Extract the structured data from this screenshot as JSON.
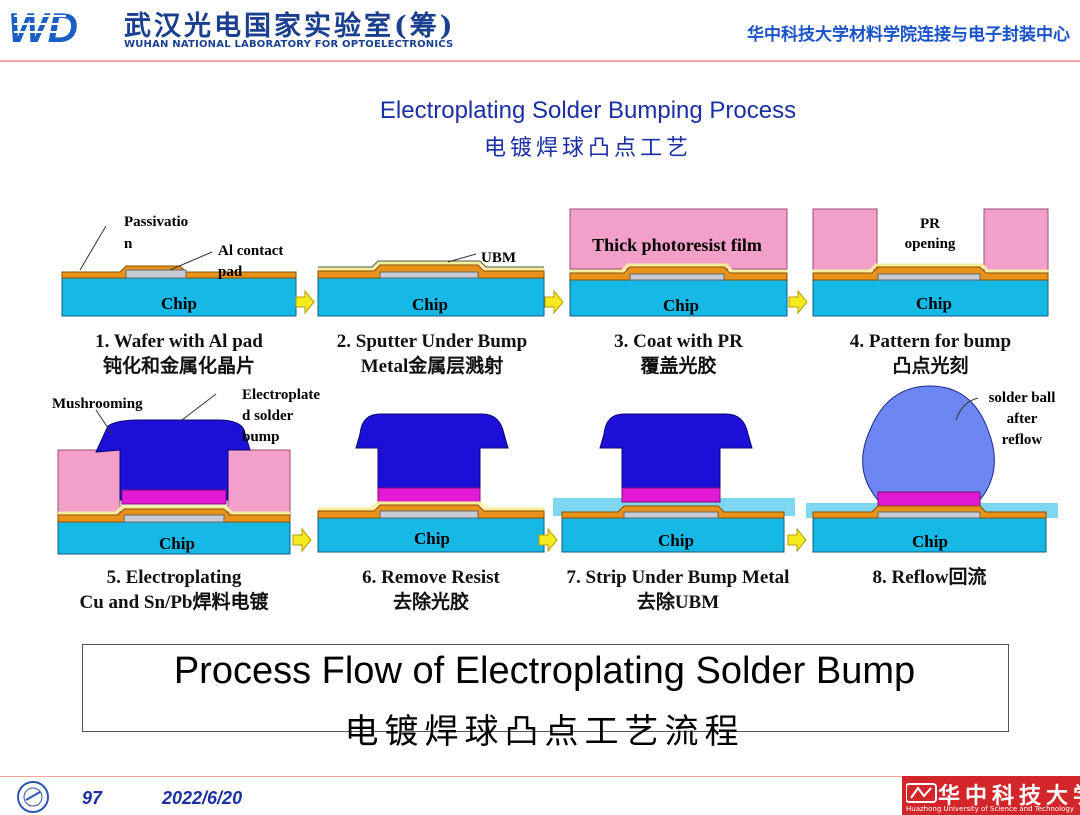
{
  "header": {
    "logo_text": "WD",
    "lab_name_cn": "武汉光电国家实验室(筹)",
    "lab_name_en": "WUHAN NATIONAL LABORATORY FOR OPTOELECTRONICS",
    "center_name": "华中科技大学材料学院连接与电子封装中心"
  },
  "title": {
    "en": "Electroplating Solder Bumping Process",
    "cn": "电镀焊球凸点工艺"
  },
  "chip_label": "Chip",
  "annotations": {
    "passivation_1": "Passivatio",
    "passivation_2": "n",
    "al_contact_1": "Al contact",
    "al_contact_2": "pad",
    "ubm": "UBM",
    "thick_pr": "Thick photoresist film",
    "pr_opening_1": "PR",
    "pr_opening_2": "opening",
    "mushrooming": "Mushrooming",
    "electroplated_1": "Electroplate",
    "electroplated_2": "d solder",
    "electroplated_3": "bump",
    "solder_ball_1": "solder ball",
    "solder_ball_2": "after",
    "solder_ball_3": "reflow"
  },
  "steps": [
    {
      "line1": "1. Wafer with Al pad",
      "line2": "钝化和金属化晶片"
    },
    {
      "line1": "2. Sputter Under Bump",
      "line2": "Metal金属层溅射"
    },
    {
      "line1": "3. Coat with PR",
      "line2": "覆盖光胶"
    },
    {
      "line1": "4. Pattern for bump",
      "line2": "凸点光刻"
    },
    {
      "line1": "5. Electroplating",
      "line2": "Cu and Sn/Pb焊料电镀"
    },
    {
      "line1": "6. Remove Resist",
      "line2": "去除光胶"
    },
    {
      "line1": "7. Strip Under Bump Metal",
      "line2": "去除UBM"
    },
    {
      "line1": "8. Reflow回流",
      "line2": ""
    }
  ],
  "caption_box": {
    "en": "Process Flow of Electroplating Solder Bump",
    "cn": "电镀焊球凸点工艺流程"
  },
  "footer": {
    "page": "97",
    "date": "2022/6/20",
    "university_cn": "华中科技大学",
    "university_en": "Huazhong University of Science and Technology"
  },
  "colors": {
    "chip": "#16b8e6",
    "photoresist": "#f2a0c9",
    "bump": "#1c10d8",
    "reflow_ball": "#6e86f2",
    "cu_layer": "#e21ad6",
    "passivation": "#e8921a",
    "ubm": "#f5ee9a",
    "arrow": "#f5ea1e",
    "title": "#1a2fa5"
  }
}
